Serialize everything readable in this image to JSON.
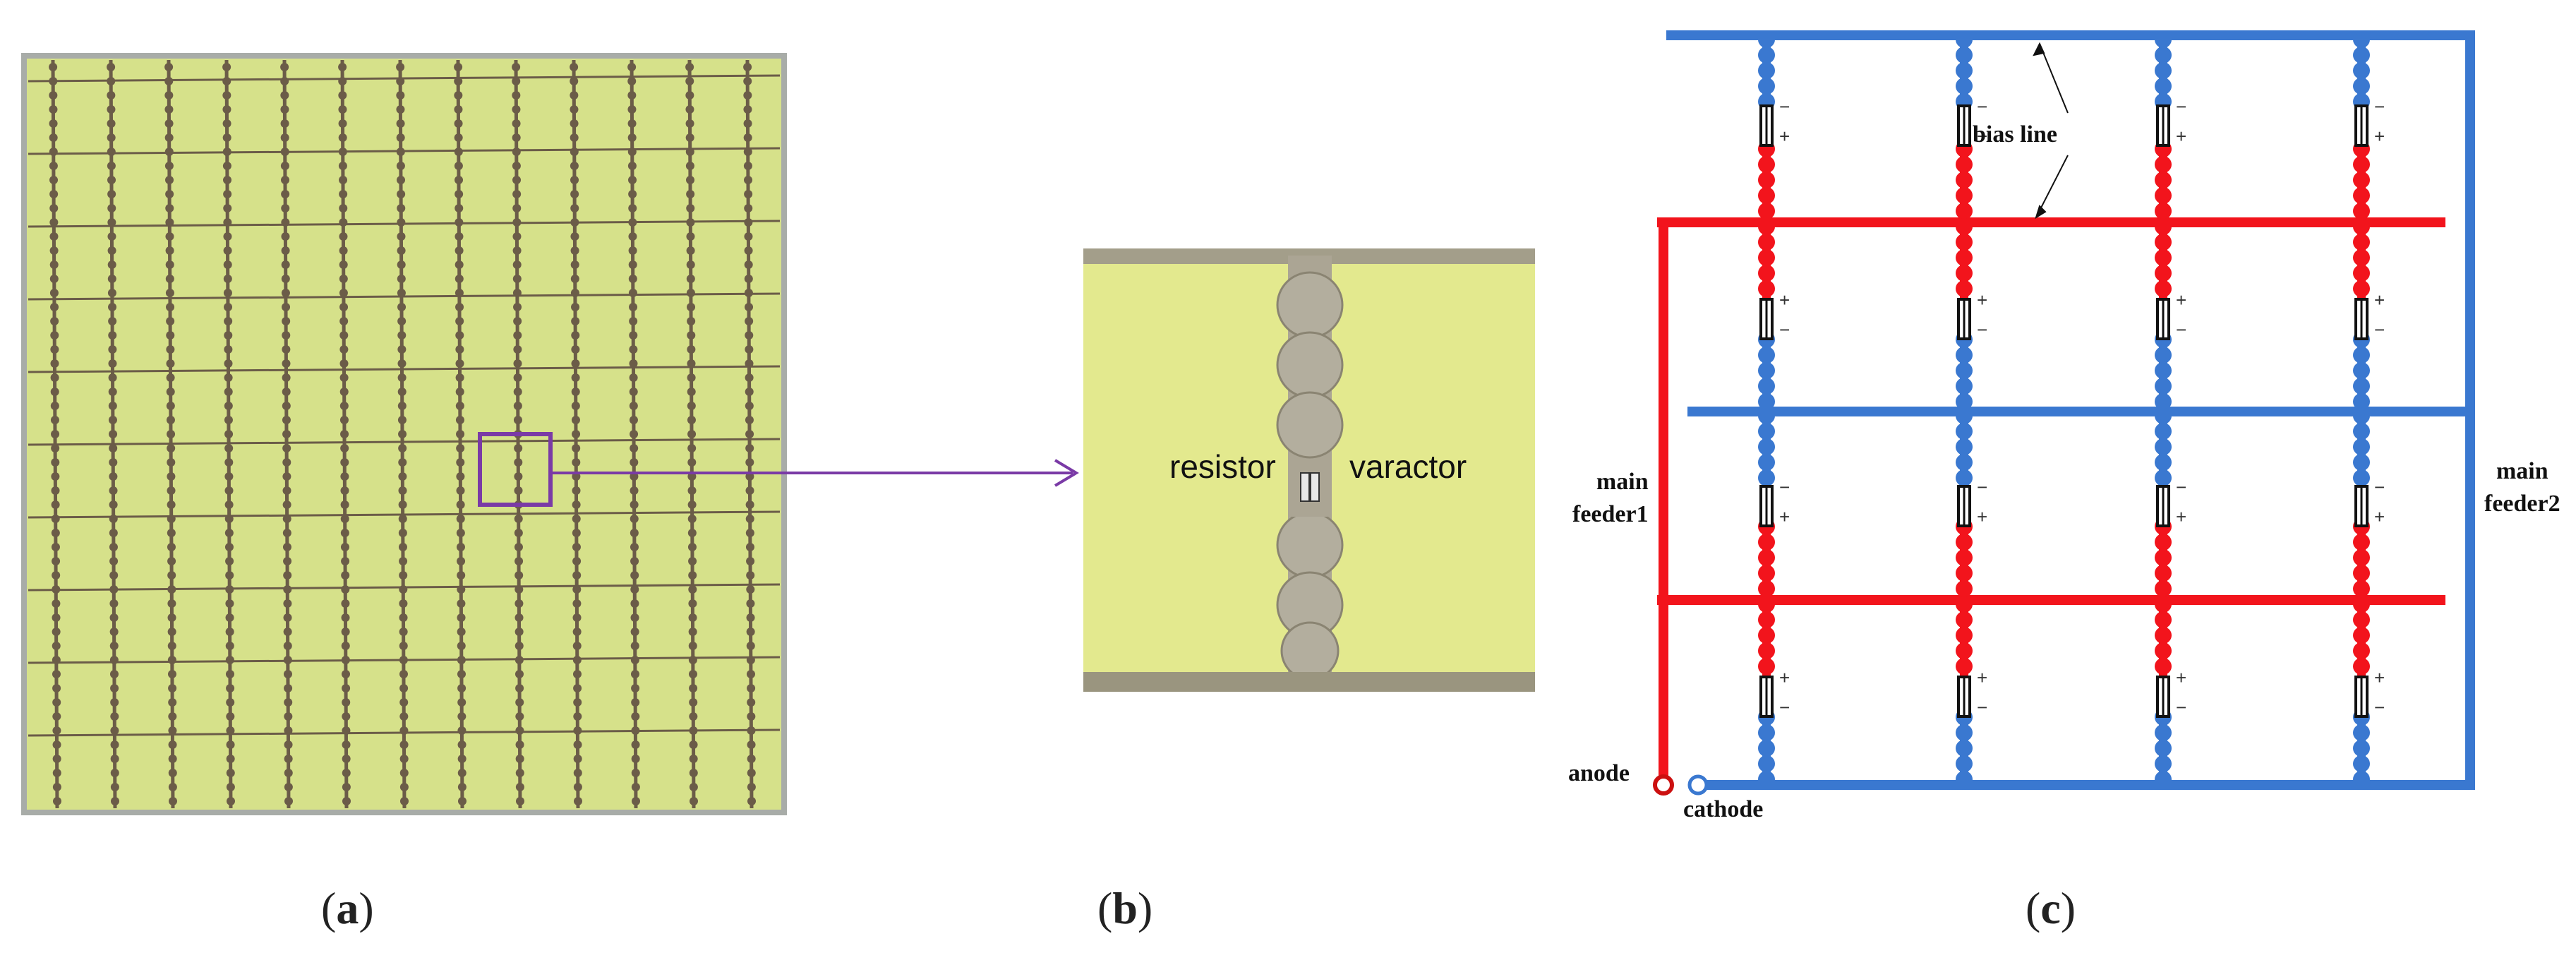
{
  "panels": {
    "a": {
      "caption_open": "(",
      "caption_letter": "a",
      "caption_close": ")"
    },
    "b": {
      "caption_open": "(",
      "caption_letter": "b",
      "caption_close": ")",
      "label_left": "resistor",
      "label_right": "varactor"
    },
    "c": {
      "caption_open": "(",
      "caption_letter": "c",
      "caption_close": ")",
      "bias_line": "bias line",
      "main_feeder1_line1": "main",
      "main_feeder1_line2": "feeder1",
      "main_feeder2_line1": "main",
      "main_feeder2_line2": "feeder2",
      "anode": "anode",
      "cathode": "cathode",
      "plus": "+",
      "minus": "−"
    }
  },
  "colors": {
    "board": "#d8e28a",
    "trace": "#6b5c48",
    "callout": "#7a3aa6",
    "blue": "#3a78d0",
    "red": "#f2141c",
    "pad": "#b9b4a6"
  }
}
